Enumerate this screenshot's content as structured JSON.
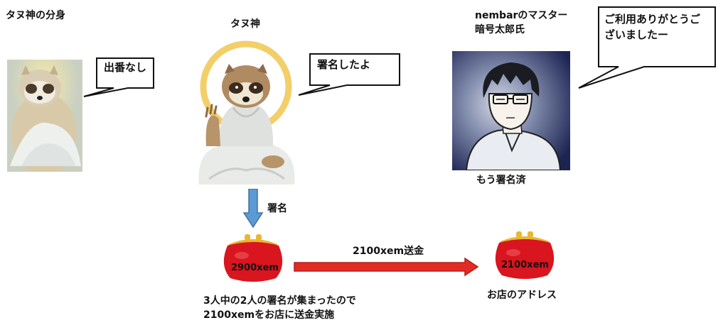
{
  "characters": {
    "bunshin": {
      "name": "タヌ神の分身",
      "speech": "出番なし"
    },
    "tanugami": {
      "name": "タヌ神",
      "speech": "署名したよ"
    },
    "master": {
      "name": "nembarのマスター\n暗号太郎氏",
      "speech": "ご利用ありがとうご\nざいましたー",
      "status": "もう署名済"
    }
  },
  "flow": {
    "sign_label": "署名",
    "transfer_label": "2100xem送金"
  },
  "wallets": {
    "multisig": {
      "balance": "2900xem",
      "caption": "3人中の2人の署名が集まったので\n2100xemをお店に送金実施"
    },
    "shop": {
      "balance": "2100xem",
      "caption": "お店のアドレス"
    }
  },
  "colors": {
    "purse_red": "#d9151f",
    "clasp_gold": "#e8b830",
    "arrow_red": "#e32b25",
    "arrow_blue": "#5b9bd5",
    "halo": "#f3cf6a",
    "master_bg": "#1c2452"
  }
}
